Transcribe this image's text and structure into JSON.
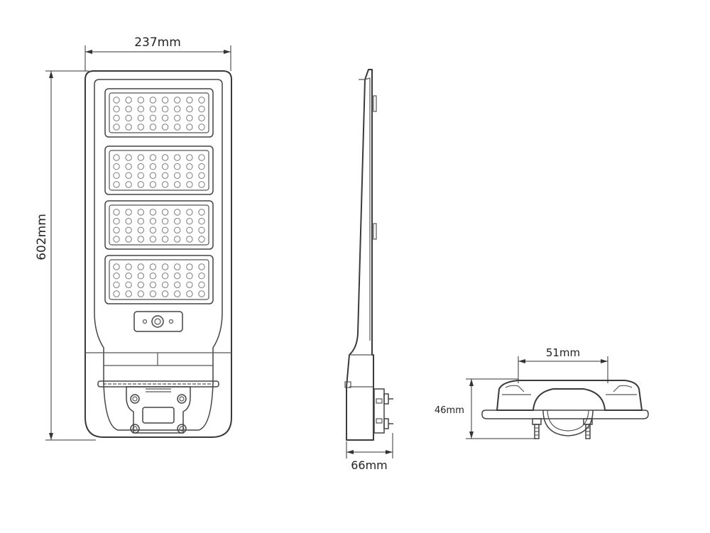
{
  "dimensions": {
    "width": "237mm",
    "height": "602mm",
    "depth": "66mm",
    "bracket_width": "51mm",
    "bracket_height": "46mm"
  },
  "led_panel": {
    "count": 4,
    "columns": 8,
    "rows": 4
  }
}
